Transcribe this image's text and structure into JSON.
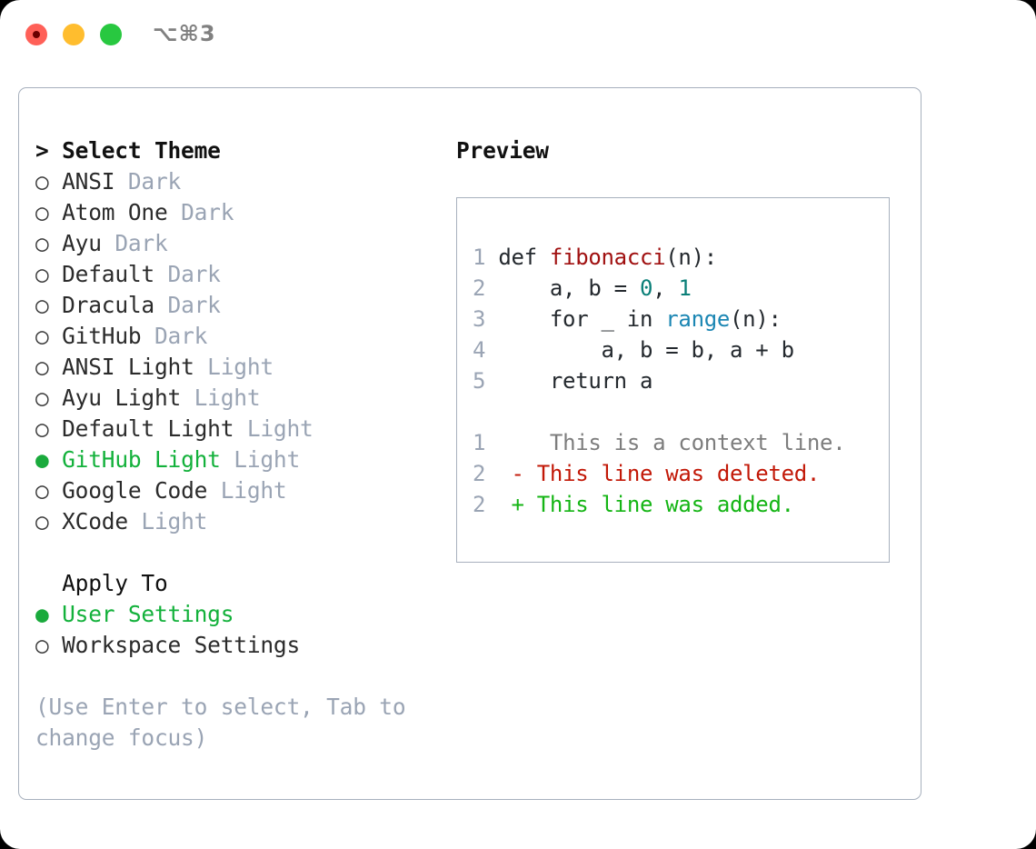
{
  "window": {
    "shortcut_label": "⌥⌘3",
    "traffic_lights": [
      {
        "name": "close",
        "color": "#ff6058"
      },
      {
        "name": "minimize",
        "color": "#ffbd2e"
      },
      {
        "name": "maximize",
        "color": "#28c840"
      }
    ]
  },
  "theme_picker": {
    "header": "> Select Theme",
    "items": [
      {
        "bullet": "○",
        "label": "ANSI",
        "suffix": "Dark",
        "selected": false
      },
      {
        "bullet": "○",
        "label": "Atom One",
        "suffix": "Dark",
        "selected": false
      },
      {
        "bullet": "○",
        "label": "Ayu",
        "suffix": "Dark",
        "selected": false
      },
      {
        "bullet": "○",
        "label": "Default",
        "suffix": "Dark",
        "selected": false
      },
      {
        "bullet": "○",
        "label": "Dracula",
        "suffix": "Dark",
        "selected": false
      },
      {
        "bullet": "○",
        "label": "GitHub",
        "suffix": "Dark",
        "selected": false
      },
      {
        "bullet": "○",
        "label": "ANSI Light",
        "suffix": "Light",
        "selected": false
      },
      {
        "bullet": "○",
        "label": "Ayu Light",
        "suffix": "Light",
        "selected": false
      },
      {
        "bullet": "○",
        "label": "Default Light",
        "suffix": "Light",
        "selected": false
      },
      {
        "bullet": "●",
        "label": "GitHub Light",
        "suffix": "Light",
        "selected": true
      },
      {
        "bullet": "○",
        "label": "Google Code",
        "suffix": "Light",
        "selected": false
      },
      {
        "bullet": "○",
        "label": "XCode",
        "suffix": "Light",
        "selected": false
      }
    ]
  },
  "apply_to": {
    "header": "  Apply To",
    "items": [
      {
        "bullet": "●",
        "label": "User Settings",
        "selected": true
      },
      {
        "bullet": "○",
        "label": "Workspace Settings",
        "selected": false
      }
    ]
  },
  "hint": "(Use Enter to select, Tab to change focus)",
  "preview": {
    "title": "Preview",
    "code_lines": [
      {
        "no": "1",
        "tokens": [
          {
            "t": "def ",
            "c": "plain"
          },
          {
            "t": "fibonacci",
            "c": "func"
          },
          {
            "t": "(n):",
            "c": "plain"
          }
        ]
      },
      {
        "no": "2",
        "tokens": [
          {
            "t": "    a, b = ",
            "c": "plain"
          },
          {
            "t": "0",
            "c": "num"
          },
          {
            "t": ", ",
            "c": "plain"
          },
          {
            "t": "1",
            "c": "num"
          }
        ]
      },
      {
        "no": "3",
        "tokens": [
          {
            "t": "    for _ in ",
            "c": "plain"
          },
          {
            "t": "range",
            "c": "builtin"
          },
          {
            "t": "(n):",
            "c": "plain"
          }
        ]
      },
      {
        "no": "4",
        "tokens": [
          {
            "t": "        a, b = b, a + b",
            "c": "plain"
          }
        ]
      },
      {
        "no": "5",
        "tokens": [
          {
            "t": "    return a",
            "c": "plain"
          }
        ]
      }
    ],
    "diff_lines": [
      {
        "no": "1",
        "marker": " ",
        "text": "  This is a context line.",
        "kind": "context"
      },
      {
        "no": "2",
        "marker": "-",
        "text": " This line was deleted.",
        "kind": "del"
      },
      {
        "no": "2",
        "marker": "+",
        "text": " This line was added.",
        "kind": "add"
      }
    ]
  },
  "colors": {
    "accent_green": "#13b13b",
    "muted": "#9aa4b4",
    "border": "#a7b0bd",
    "func_red": "#a01010",
    "number_teal": "#0a7f78",
    "builtin_blue": "#1b86b3",
    "diff_del_red": "#c21807",
    "diff_add_green": "#15b515"
  }
}
